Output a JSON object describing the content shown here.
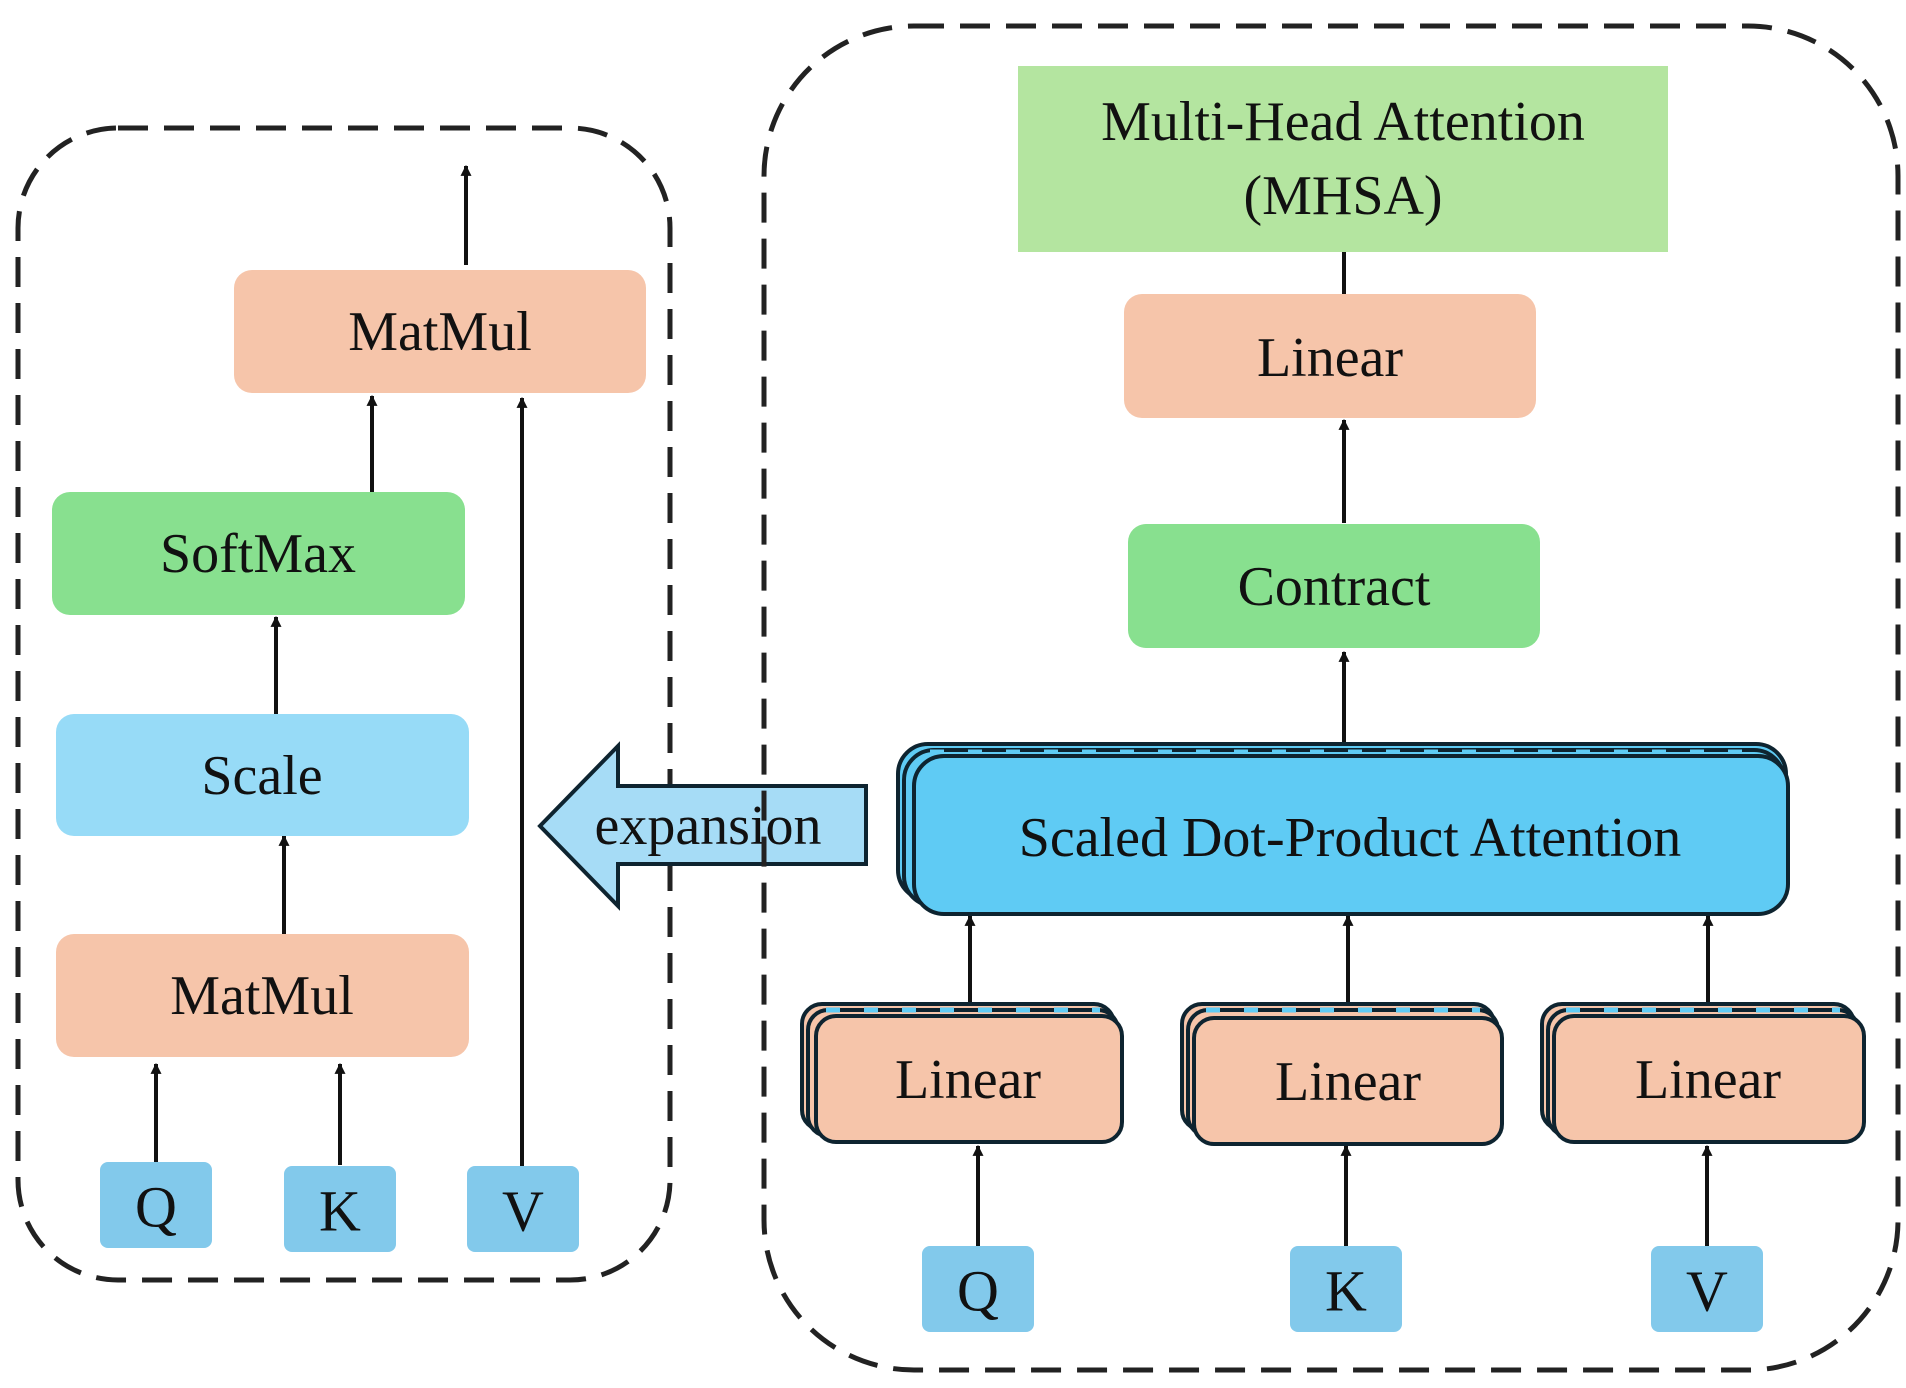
{
  "colors": {
    "salmon": "#f6c5aa",
    "green": "#88e08f",
    "light_blue": "#97dbf7",
    "input_blue": "#82c9eb",
    "sdpa_blue": "#5fcbf4",
    "mhsa_green": "#b4e5a0",
    "arrow_fill": "#a6dcf6",
    "stroke": "#0e2430",
    "dash": "#222222"
  },
  "left_panel": {
    "matmul_top": "MatMul",
    "softmax": "SoftMax",
    "scale": "Scale",
    "matmul_bottom": "MatMul",
    "inputs": [
      "Q",
      "K",
      "V"
    ]
  },
  "right_panel": {
    "mhsa_line1": "Multi-Head Attention",
    "mhsa_line2": "(MHSA)",
    "linear_top": "Linear",
    "contract": "Contract",
    "sdpa": "Scaled Dot-Product Attention",
    "linears": [
      "Linear",
      "Linear",
      "Linear"
    ],
    "inputs": [
      "Q",
      "K",
      "V"
    ]
  },
  "expansion_label": "expansion"
}
